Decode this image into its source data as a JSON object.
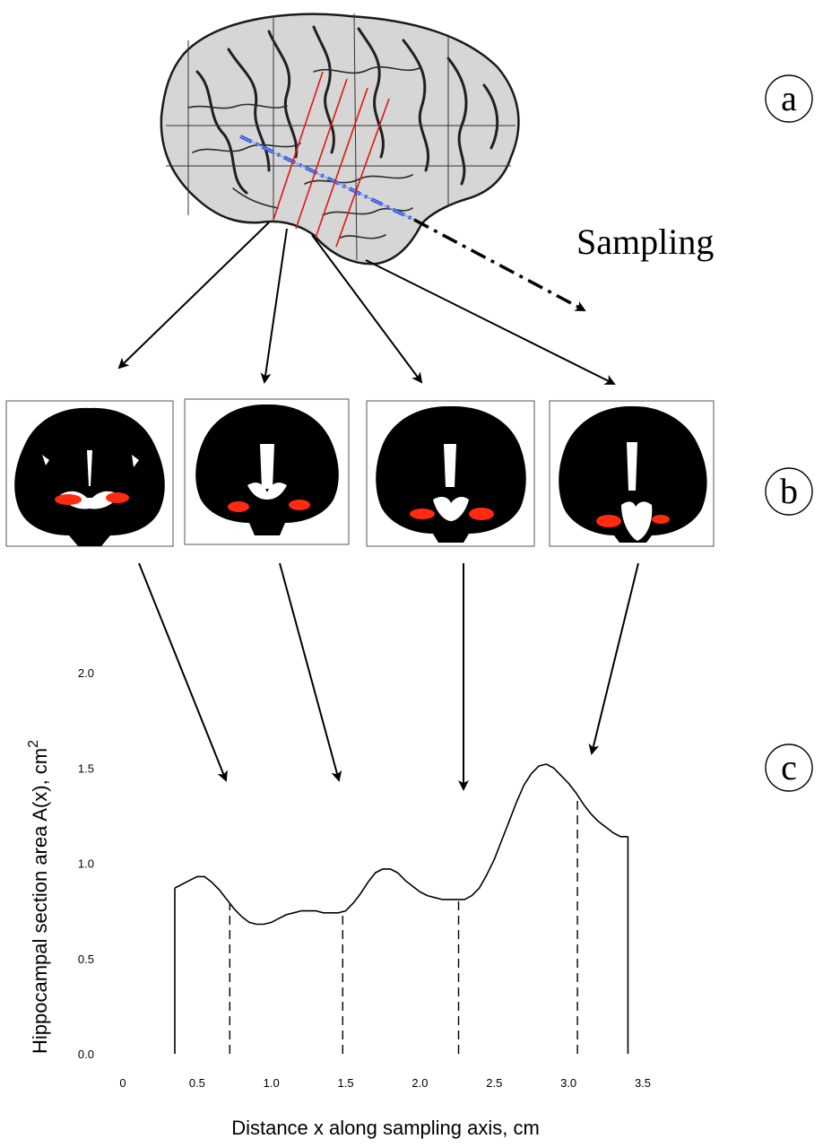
{
  "panels": {
    "a": "a",
    "b": "b",
    "c": "c"
  },
  "sampling_label": "Sampling",
  "chart_data": {
    "type": "line",
    "title": "",
    "xlabel": "Distance x along sampling axis, cm",
    "ylabel": "Hippocampal section area A(x), cm",
    "ylabel_superscript": "2",
    "xlim": [
      0,
      3.5
    ],
    "ylim": [
      0,
      2.0
    ],
    "x_ticks": [
      "0",
      "0.5",
      "1.0",
      "1.5",
      "2.0",
      "2.5",
      "3.0",
      "3.5"
    ],
    "y_ticks": [
      "0.0",
      "0.5",
      "1.0",
      "1.5",
      "2.0"
    ],
    "x_tick_values": [
      0,
      0.5,
      1.0,
      1.5,
      2.0,
      2.5,
      3.0,
      3.5
    ],
    "y_tick_values": [
      0,
      0.5,
      1.0,
      1.5,
      2.0
    ],
    "series": [
      {
        "x": [
          0.35,
          0.4,
          0.45,
          0.5,
          0.55,
          0.6,
          0.65,
          0.7,
          0.75,
          0.8,
          0.85,
          0.9,
          0.95,
          1.0,
          1.05,
          1.1,
          1.15,
          1.2,
          1.25,
          1.3,
          1.35,
          1.4,
          1.45,
          1.5,
          1.55,
          1.6,
          1.65,
          1.7,
          1.75,
          1.8,
          1.85,
          1.9,
          1.95,
          2.0,
          2.05,
          2.1,
          2.15,
          2.2,
          2.25,
          2.3,
          2.35,
          2.4,
          2.45,
          2.5,
          2.55,
          2.6,
          2.65,
          2.7,
          2.75,
          2.8,
          2.85,
          2.9,
          2.95,
          3.0,
          3.05,
          3.1,
          3.15,
          3.2,
          3.25,
          3.3,
          3.35,
          3.4
        ],
        "values": [
          0.87,
          0.89,
          0.91,
          0.93,
          0.93,
          0.9,
          0.86,
          0.81,
          0.76,
          0.72,
          0.69,
          0.68,
          0.68,
          0.69,
          0.71,
          0.73,
          0.74,
          0.75,
          0.75,
          0.75,
          0.74,
          0.74,
          0.74,
          0.75,
          0.79,
          0.84,
          0.9,
          0.95,
          0.97,
          0.97,
          0.95,
          0.91,
          0.88,
          0.85,
          0.83,
          0.82,
          0.81,
          0.81,
          0.81,
          0.81,
          0.83,
          0.87,
          0.94,
          1.02,
          1.12,
          1.22,
          1.32,
          1.41,
          1.47,
          1.51,
          1.52,
          1.5,
          1.46,
          1.42,
          1.37,
          1.31,
          1.26,
          1.22,
          1.19,
          1.16,
          1.14,
          1.14
        ]
      }
    ],
    "sample_points": [
      0.72,
      1.48,
      2.26,
      3.06
    ],
    "baseline_segments": [
      0.35,
      3.4
    ]
  }
}
